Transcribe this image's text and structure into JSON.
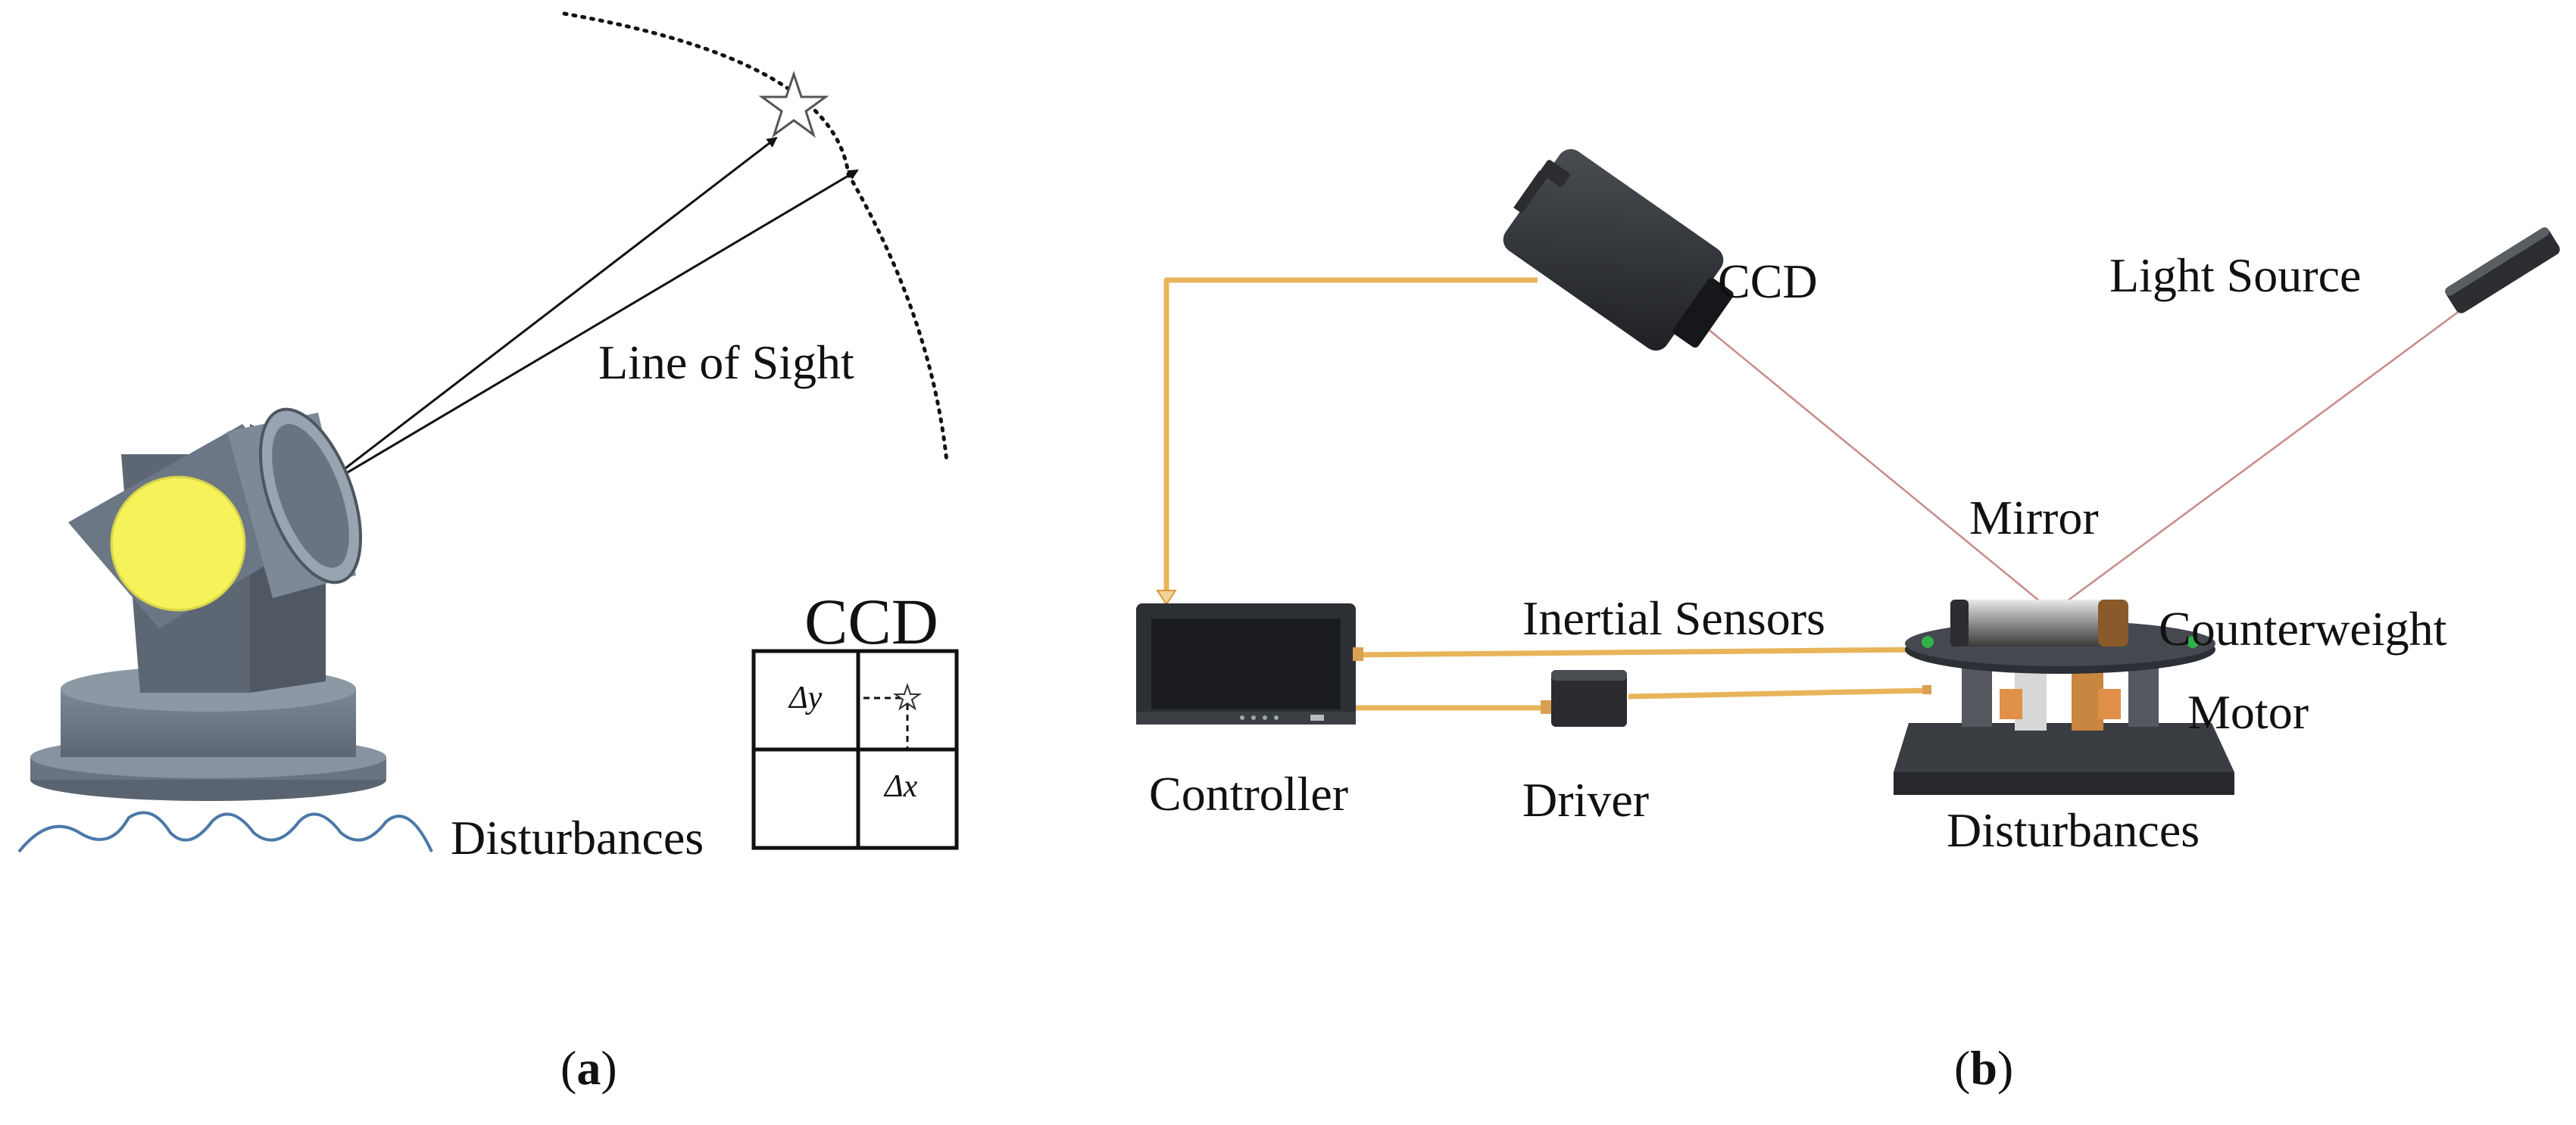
{
  "panel_a": {
    "line_of_sight": "Line of Sight",
    "ccd_title": "CCD",
    "delta_y": "Δy",
    "delta_x": "Δx",
    "disturbances": "Disturbances",
    "caption_open": "(",
    "caption_letter": "a",
    "caption_close": ")"
  },
  "panel_b": {
    "ccd": "CCD",
    "light_source": "Light Source",
    "mirror": "Mirror",
    "inertial_sensors": "Inertial Sensors",
    "counterweight": "Counterweight",
    "motor": "Motor",
    "controller": "Controller",
    "driver": "Driver",
    "disturbances": "Disturbances",
    "caption_open": "(",
    "caption_letter": "b",
    "caption_close": ")"
  },
  "colors": {
    "cable": "#e8b45a",
    "laser": "#c98a8a",
    "lens": "#f5f25a",
    "mount": "#6f7b8a",
    "wave": "#4a78a8"
  }
}
